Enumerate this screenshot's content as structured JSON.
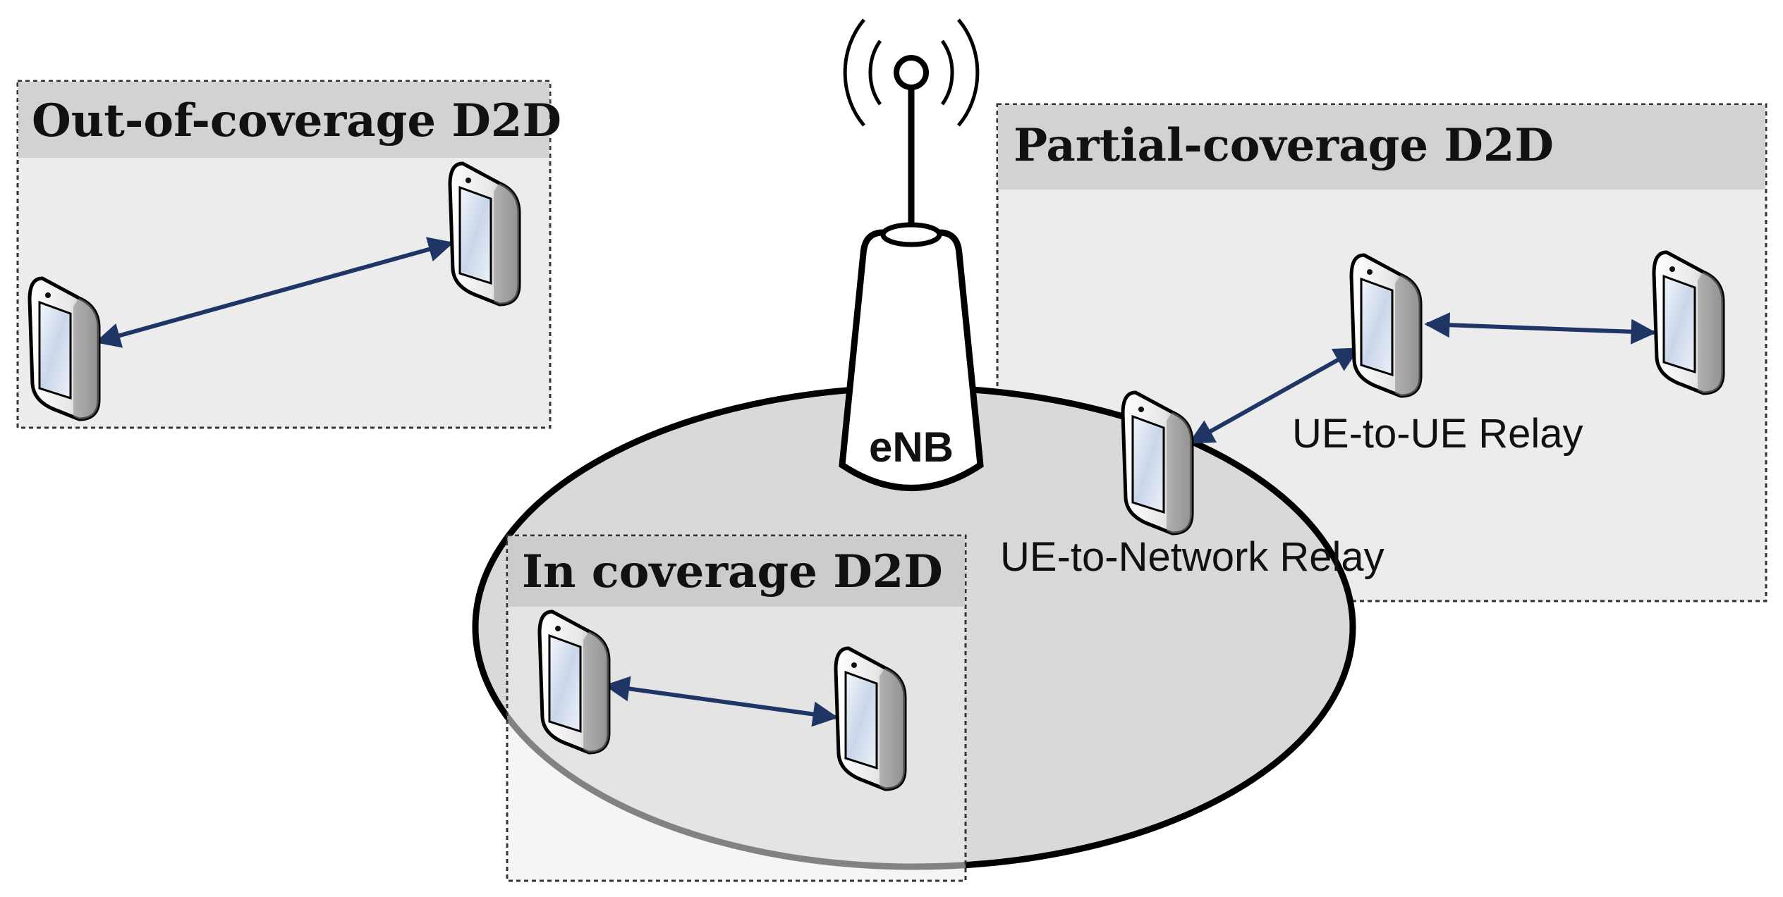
{
  "panels": {
    "out_of_coverage": {
      "title": "Out-of-coverage D2D"
    },
    "partial_coverage": {
      "title": "Partial-coverage D2D"
    },
    "in_coverage": {
      "title": "In coverage D2D"
    }
  },
  "base_station": {
    "label": "eNB"
  },
  "relays": {
    "ue_to_ue": "UE-to-UE Relay",
    "ue_to_network": "UE-to-Network Relay"
  },
  "colors": {
    "panel_fill": "#ececec",
    "panel_header": "#d2d2d2",
    "coverage_fill": "#d9d9d9",
    "link_arrow": "#1f3566",
    "device_screen": "#dde6f4"
  },
  "icons": [
    "antenna-icon",
    "radio-wave-icon",
    "ue-device-icon",
    "bidirectional-arrow-icon"
  ]
}
